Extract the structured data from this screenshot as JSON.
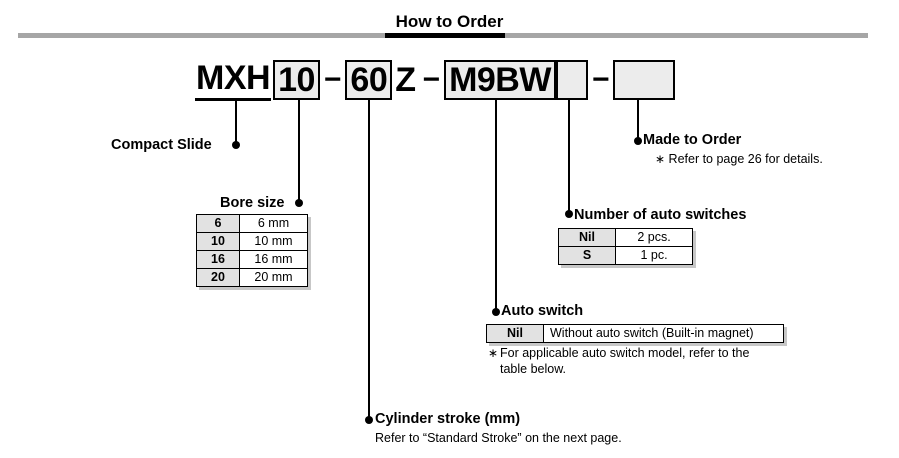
{
  "header": {
    "title": "How to Order",
    "rule_color": "#a6a6a6",
    "accent_color": "#000000"
  },
  "part_number": {
    "segments": [
      {
        "type": "prefix",
        "text": "MXH"
      },
      {
        "type": "box",
        "text": "10"
      },
      {
        "type": "dash",
        "text": "−"
      },
      {
        "type": "box",
        "text": "60"
      },
      {
        "type": "plain",
        "text": "Z"
      },
      {
        "type": "dash",
        "text": "−"
      },
      {
        "type": "box",
        "text": "M9BW"
      },
      {
        "type": "box-blank",
        "text": ""
      },
      {
        "type": "dash",
        "text": "−"
      },
      {
        "type": "box-blank-wide",
        "text": ""
      }
    ]
  },
  "callouts": {
    "compact_slide": {
      "title": "Compact Slide"
    },
    "bore_size": {
      "title": "Bore size",
      "table": {
        "rows": [
          {
            "code": "6",
            "desc": "6 mm"
          },
          {
            "code": "10",
            "desc": "10 mm"
          },
          {
            "code": "16",
            "desc": "16 mm"
          },
          {
            "code": "20",
            "desc": "20 mm"
          }
        ]
      }
    },
    "cylinder_stroke": {
      "title": "Cylinder stroke (mm)",
      "note": "Refer to “Standard Stroke” on the next page."
    },
    "auto_switch": {
      "title": "Auto switch",
      "table": {
        "rows": [
          {
            "code": "Nil",
            "desc": "Without auto switch (Built-in magnet)"
          }
        ]
      },
      "note_marker": "∗",
      "note_line1": "For applicable auto switch model, refer to the",
      "note_line2": "table below."
    },
    "number_of_auto_switches": {
      "title": "Number of auto switches",
      "table": {
        "rows": [
          {
            "code": "Nil",
            "desc": "2 pcs."
          },
          {
            "code": "S",
            "desc": "1 pc."
          }
        ]
      }
    },
    "made_to_order": {
      "title": "Made to Order",
      "note_marker": "∗",
      "note": "Refer to page 26 for details."
    }
  }
}
